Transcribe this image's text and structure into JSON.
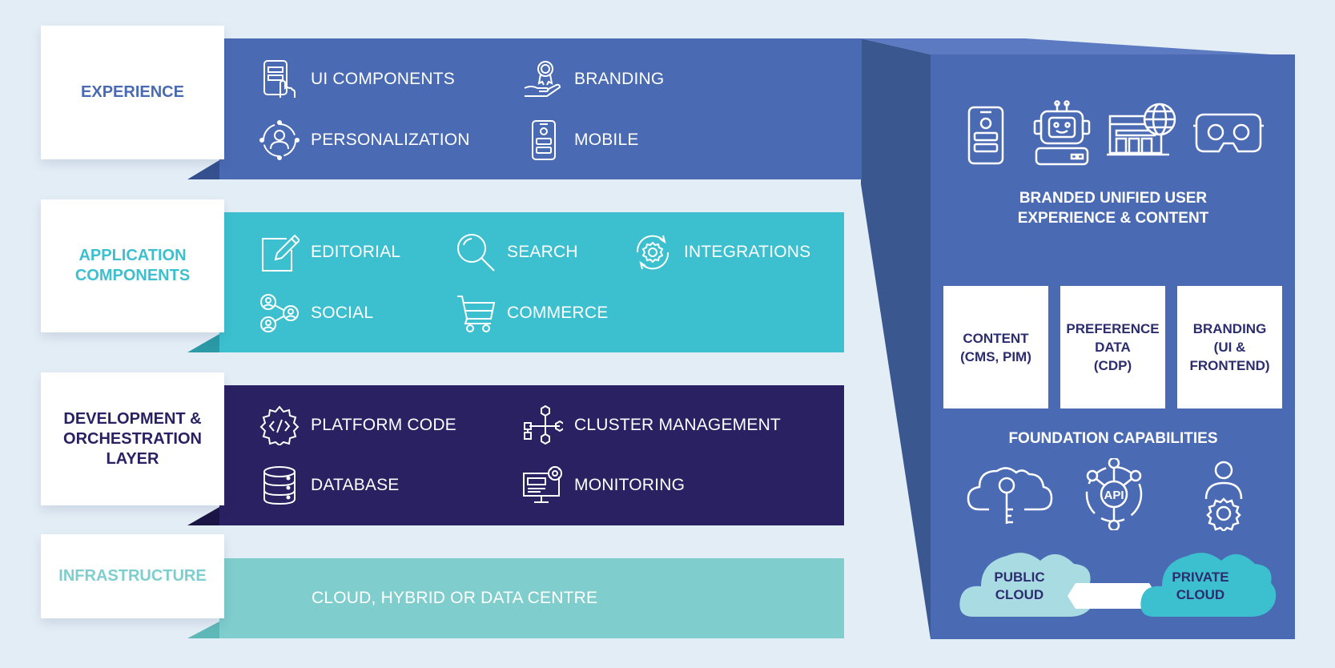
{
  "colors": {
    "background": "#e3edf6",
    "experience": "#4a6ab3",
    "application": "#3cc0cf",
    "development": "#2a2163",
    "infrastructure": "#7fcdcd",
    "panel": "#4a6ab3",
    "panel_side": "#3b5790",
    "light_cloud": "#a9dbe2",
    "teal_cloud": "#3cc0cf"
  },
  "layers": {
    "experience": {
      "label": "EXPERIENCE",
      "items": [
        {
          "label": "UI COMPONENTS",
          "icon": "ui-components-icon"
        },
        {
          "label": "BRANDING",
          "icon": "branding-award-icon"
        },
        {
          "label": "PERSONALIZATION",
          "icon": "personalization-icon"
        },
        {
          "label": "MOBILE",
          "icon": "mobile-icon"
        }
      ]
    },
    "application": {
      "label": "APPLICATION\nCOMPONENTS",
      "items": [
        {
          "label": "EDITORIAL",
          "icon": "editorial-icon"
        },
        {
          "label": "SEARCH",
          "icon": "search-icon"
        },
        {
          "label": "INTEGRATIONS",
          "icon": "integrations-icon"
        },
        {
          "label": "SOCIAL",
          "icon": "social-icon"
        },
        {
          "label": "COMMERCE",
          "icon": "cart-icon"
        }
      ]
    },
    "development": {
      "label": "DEVELOPMENT &\nORCHESTRATION\nLAYER",
      "items": [
        {
          "label": "PLATFORM CODE",
          "icon": "platform-code-icon"
        },
        {
          "label": "CLUSTER MANAGEMENT",
          "icon": "cluster-icon"
        },
        {
          "label": "DATABASE",
          "icon": "database-icon"
        },
        {
          "label": "MONITORING",
          "icon": "monitoring-icon"
        }
      ]
    },
    "infrastructure": {
      "label": "INFRASTRUCTURE",
      "items": [
        {
          "label": "CLOUD, HYBRID OR DATA CENTRE"
        }
      ]
    }
  },
  "panel": {
    "top_icons": [
      "phone-icon",
      "robot-icon",
      "web-globe-icon",
      "vr-headset-icon"
    ],
    "headline": "BRANDED UNIFIED USER\nEXPERIENCE & CONTENT",
    "cards": [
      "CONTENT\n(CMS, PIM)",
      "PREFERENCE\nDATA\n(CDP)",
      "BRANDING\n(UI &\nFRONTEND)"
    ],
    "foundation_title": "FOUNDATION CAPABILITIES",
    "foundation_icons": [
      "cloud-key-icon",
      "api-cycle-icon",
      "user-gear-icon"
    ],
    "public_cloud": "PUBLIC\nCLOUD",
    "private_cloud": "PRIVATE\nCLOUD"
  }
}
